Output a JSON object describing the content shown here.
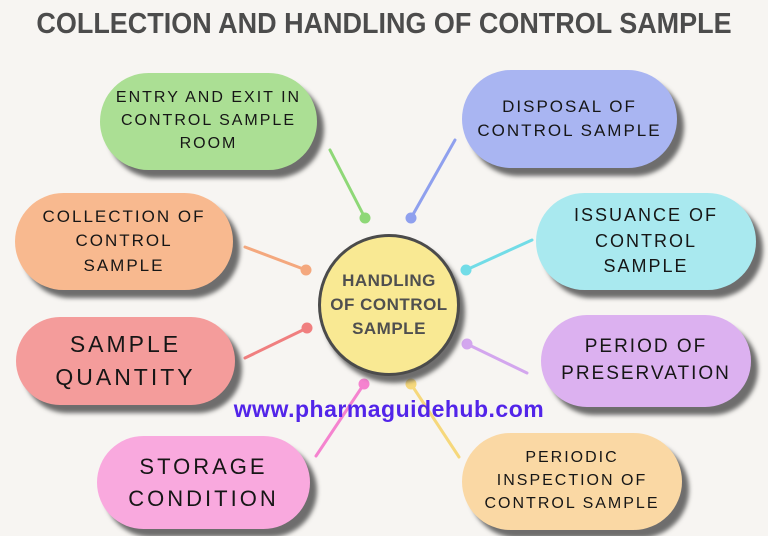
{
  "title": "COLLECTION AND HANDLING OF CONTROL SAMPLE",
  "watermark": "www.pharmaguidehub.com",
  "center": {
    "label": "HANDLING\nOF CONTROL\nSAMPLE",
    "fill": "#f9e993",
    "border_color": "#4b4b4b"
  },
  "nodes": [
    {
      "id": "entry-and-exit",
      "label": "ENTRY AND EXIT IN\nCONTROL SAMPLE\nROOM",
      "fill": "#abdf94",
      "connector_color": "#8ed877"
    },
    {
      "id": "disposal",
      "label": "DISPOSAL OF\nCONTROL SAMPLE",
      "fill": "#a9b5f2",
      "connector_color": "#8fa0ee"
    },
    {
      "id": "collection",
      "label": "COLLECTION OF\nCONTROL\nSAMPLE",
      "fill": "#f8b98f",
      "connector_color": "#f4a87e"
    },
    {
      "id": "issuance",
      "label": "ISSUANCE OF\nCONTROL\nSAMPLE",
      "fill": "#a9e9ef",
      "connector_color": "#72dce7"
    },
    {
      "id": "sample-quantity",
      "label": "SAMPLE\nQUANTITY",
      "fill": "#f49c9b",
      "connector_color": "#f07f7f"
    },
    {
      "id": "period-preservation",
      "label": "PERIOD OF\nPRESERVATION",
      "fill": "#dcb1f0",
      "connector_color": "#d3a6ee"
    },
    {
      "id": "storage-condition",
      "label": "STORAGE\nCONDITION",
      "fill": "#f9a9de",
      "connector_color": "#f583cf"
    },
    {
      "id": "periodic-inspection",
      "label": "PERIODIC\nINSPECTION OF\nCONTROL SAMPLE",
      "fill": "#fad8a4",
      "connector_color": "#f6d87c"
    }
  ],
  "colors": {
    "background": "#f7f5f2",
    "title_text": "#4c4c4c",
    "node_text": "#161616",
    "center_text": "#4f4f4f",
    "watermark_text": "#5224e9",
    "shadow": "#4b4b4b"
  }
}
